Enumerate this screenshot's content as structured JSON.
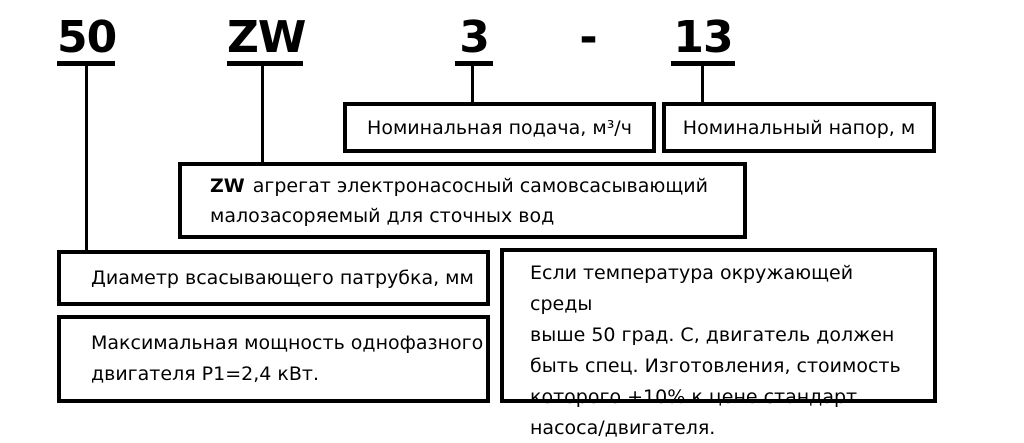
{
  "title_row": {
    "diameter_value": "50",
    "series_value": "ZW",
    "flow_value": "3",
    "separator": "-",
    "head_value": "13"
  },
  "callouts": {
    "flow_label": "Номинальная подача, м³/ч",
    "head_label": "Номинальный напор, м",
    "series_code": "ZW",
    "series_line1": "агрегат электронасосный самовсасывающий",
    "series_line2": "малозасоряемый для сточных вод",
    "diameter_label": "Диаметр всасывающего патрубка, мм",
    "power_note": "Максимальная мощность однофазного\nдвигателя Р1=2,4 кВт.",
    "temperature_note": "Если температура окружающей среды\nвыше 50 град. С, двигатель должен\nбыть спец. Изготовления, стоимость\nкоторого +10% к цене стандарт.\nнасоса/двигателя."
  },
  "colors": {
    "ink": "#000000",
    "background": "#ffffff"
  }
}
